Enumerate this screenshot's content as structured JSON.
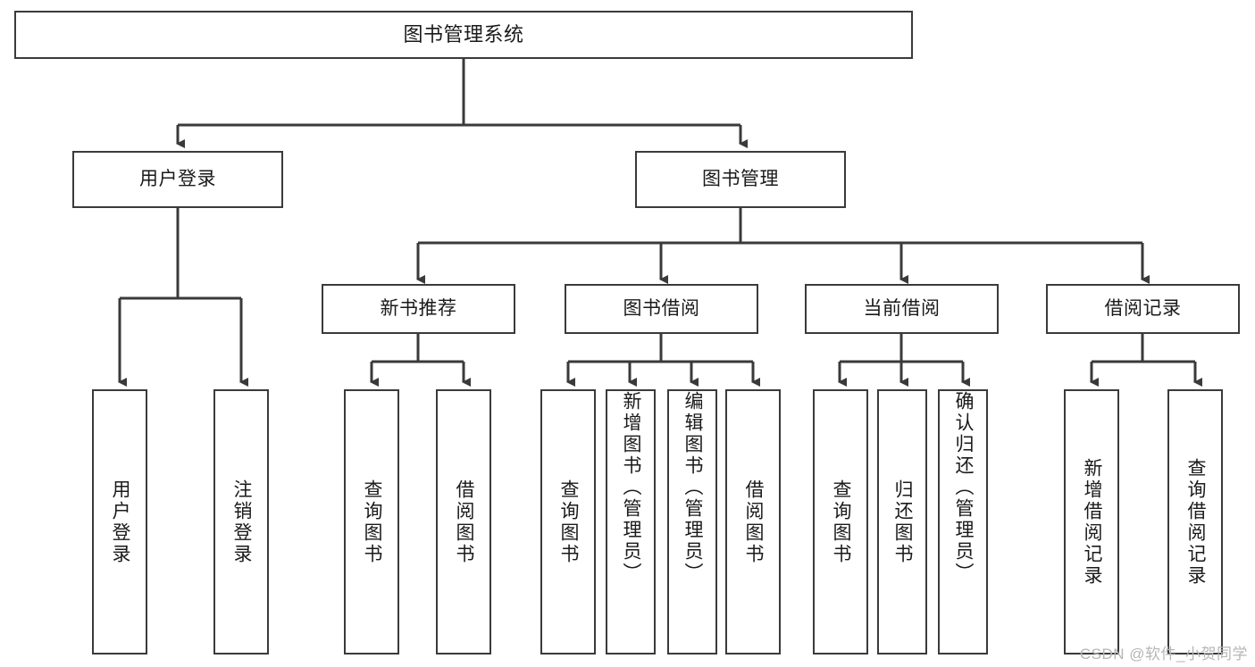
{
  "diagram": {
    "title": "图书管理系统",
    "colors": {
      "stroke": "#3a3a3a",
      "fill": "#ffffff",
      "text": "#1a1a1a",
      "watermark": "#b6b6b6"
    },
    "root": {
      "label": "图书管理系统"
    },
    "level2": [
      {
        "label": "用户登录"
      },
      {
        "label": "图书管理"
      }
    ],
    "level3": [
      {
        "label": "新书推荐"
      },
      {
        "label": "图书借阅"
      },
      {
        "label": "当前借阅"
      },
      {
        "label": "借阅记录"
      }
    ],
    "leaves": [
      {
        "label": "用户登录",
        "parent": "用户登录"
      },
      {
        "label": "注销登录",
        "parent": "用户登录"
      },
      {
        "label": "查询图书",
        "parent": "新书推荐"
      },
      {
        "label": "借阅图书",
        "parent": "新书推荐"
      },
      {
        "label": "查询图书",
        "parent": "图书借阅"
      },
      {
        "label": "新增图书（管理员）",
        "parent": "图书借阅"
      },
      {
        "label": "编辑图书（管理员）",
        "parent": "图书借阅"
      },
      {
        "label": "借阅图书",
        "parent": "图书借阅"
      },
      {
        "label": "查询图书",
        "parent": "当前借阅"
      },
      {
        "label": "归还图书",
        "parent": "当前借阅"
      },
      {
        "label": "确认归还（管理员）",
        "parent": "当前借阅"
      },
      {
        "label": "新增借阅记录",
        "parent": "借阅记录"
      },
      {
        "label": "查询借阅记录",
        "parent": "借阅记录"
      }
    ],
    "watermark": "CSDN @软件_小贺同学"
  }
}
